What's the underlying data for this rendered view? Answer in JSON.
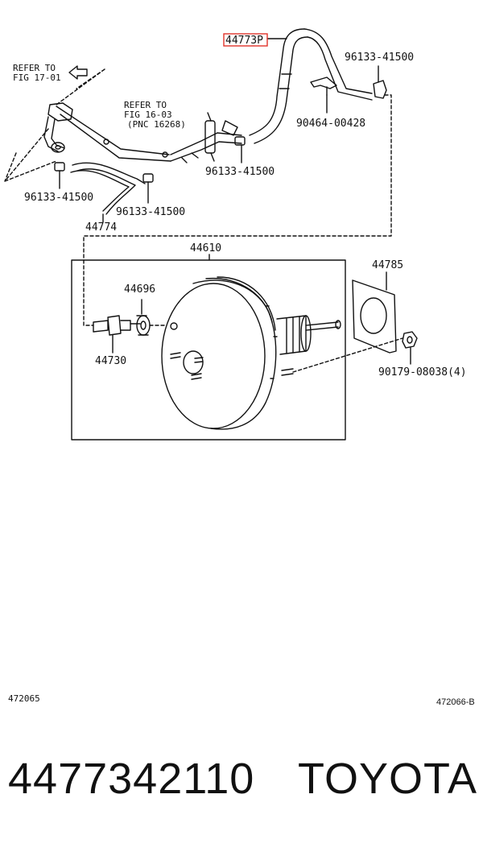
{
  "callouts": {
    "p44773": "44773P",
    "p96133_top": "96133-41500",
    "p90464": "90464-00428",
    "p96133_mid": "96133-41500",
    "p96133_left": "96133-41500",
    "p96133_bottom": "96133-41500",
    "p44774": "44774",
    "p44610": "44610",
    "p44696": "44696",
    "p44730": "44730",
    "p44785": "44785",
    "p90179": "90179-08038(4)"
  },
  "refs": {
    "refer17_line1": "REFER TO",
    "refer17_line2": "FIG 17-01",
    "refer16_line1": "REFER TO",
    "refer16_line2": "FIG 16-03",
    "refer16_line3": "(PNC 16268)"
  },
  "codes": {
    "left": "472065",
    "right": "472066-B"
  },
  "footer": {
    "part_number": "4477342110",
    "brand": "TOYOTA"
  },
  "colors": {
    "highlight": "#e0342b",
    "line": "#111111"
  }
}
